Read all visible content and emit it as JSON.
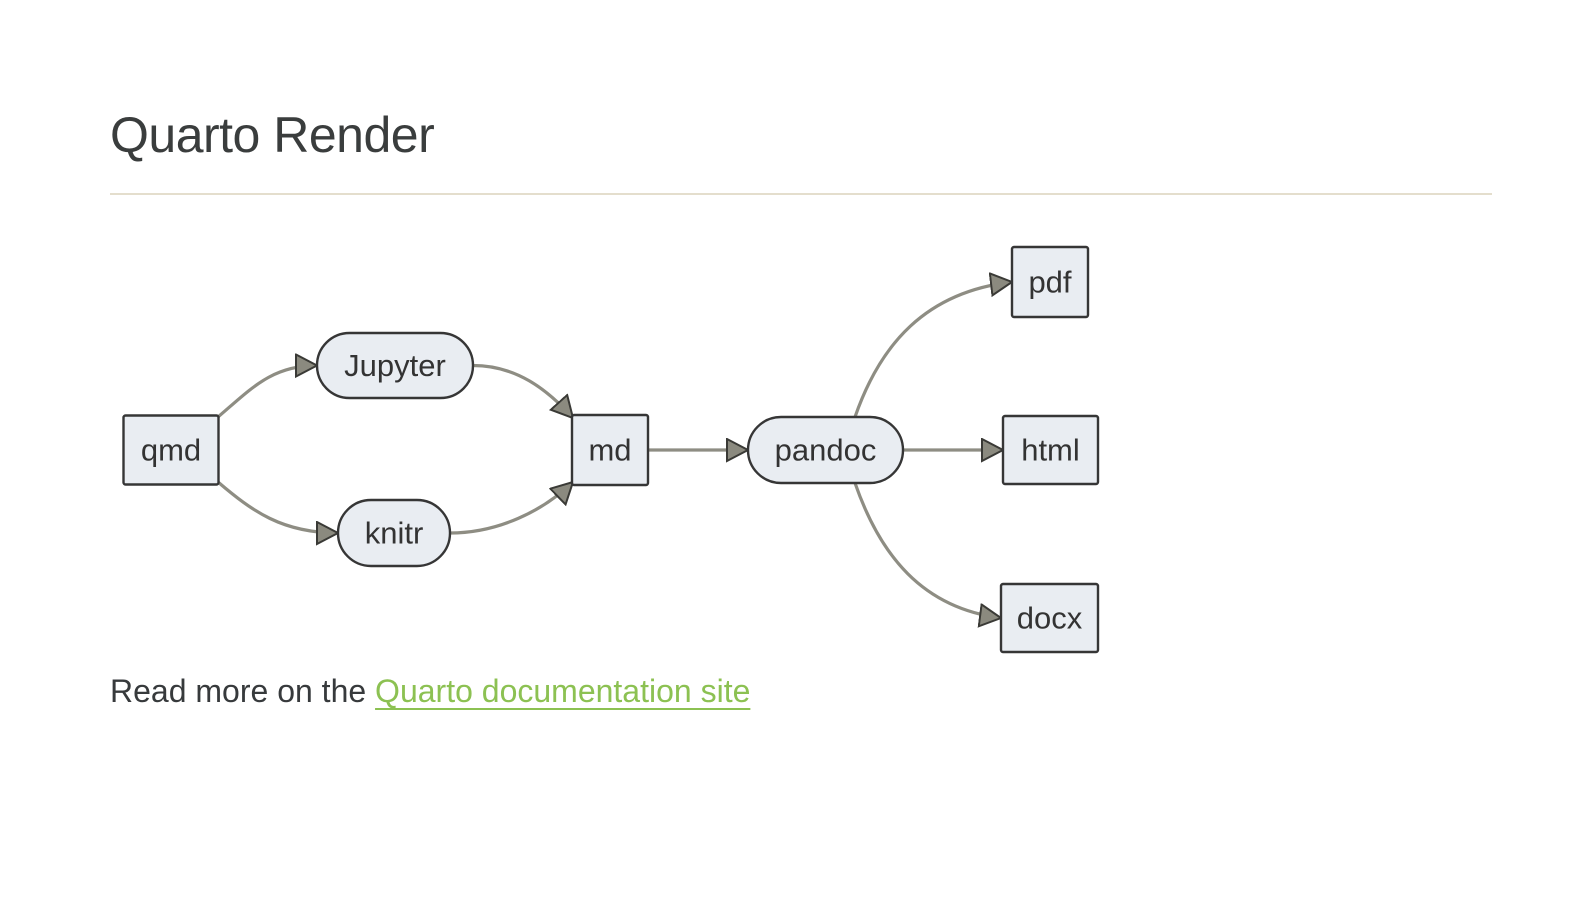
{
  "header": {
    "title": "Quarto Render"
  },
  "footer": {
    "prefix": "Read more on the ",
    "link_label": "Quarto documentation site"
  },
  "colors": {
    "background": "#ffffff",
    "heading_text": "#3a3d3d",
    "body_text": "#373a3c",
    "node_fill": "#e9edf2",
    "node_border": "#363636",
    "node_text": "#333333",
    "edge_line": "#8e8d83",
    "arrow_fill": "#8b8a7f",
    "arrow_border": "#3a3a36",
    "link_green": "#8cc152",
    "rule": "#e4decd"
  },
  "diagram": {
    "type": "flowchart",
    "direction": "left-to-right",
    "nodes": [
      {
        "id": "qmd",
        "label": "qmd",
        "shape": "rectangle"
      },
      {
        "id": "jupyter",
        "label": "Jupyter",
        "shape": "stadium"
      },
      {
        "id": "knitr",
        "label": "knitr",
        "shape": "stadium"
      },
      {
        "id": "md",
        "label": "md",
        "shape": "rectangle"
      },
      {
        "id": "pandoc",
        "label": "pandoc",
        "shape": "stadium"
      },
      {
        "id": "pdf",
        "label": "pdf",
        "shape": "rectangle"
      },
      {
        "id": "html",
        "label": "html",
        "shape": "rectangle"
      },
      {
        "id": "docx",
        "label": "docx",
        "shape": "rectangle"
      }
    ],
    "edges": [
      {
        "from": "qmd",
        "to": "jupyter"
      },
      {
        "from": "qmd",
        "to": "knitr"
      },
      {
        "from": "jupyter",
        "to": "md"
      },
      {
        "from": "knitr",
        "to": "md"
      },
      {
        "from": "md",
        "to": "pandoc"
      },
      {
        "from": "pandoc",
        "to": "pdf"
      },
      {
        "from": "pandoc",
        "to": "html"
      },
      {
        "from": "pandoc",
        "to": "docx"
      }
    ]
  }
}
